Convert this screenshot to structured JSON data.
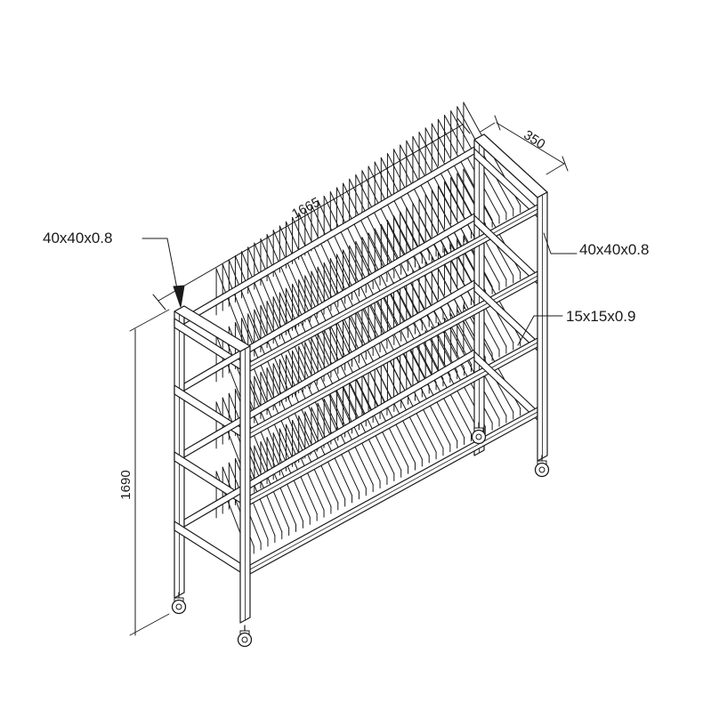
{
  "drawing": {
    "dimensions": {
      "length": "1665",
      "depth": "350",
      "height": "1690"
    },
    "callouts": {
      "post_left": "40x40x0.8",
      "post_right": "40x40x0.8",
      "tube": "15x15x0.9"
    },
    "shelf_count": 4,
    "dividers_per_shelf": 40,
    "caster_count": 4,
    "colors": {
      "line": "#1a1a1a",
      "background": "#ffffff"
    }
  }
}
